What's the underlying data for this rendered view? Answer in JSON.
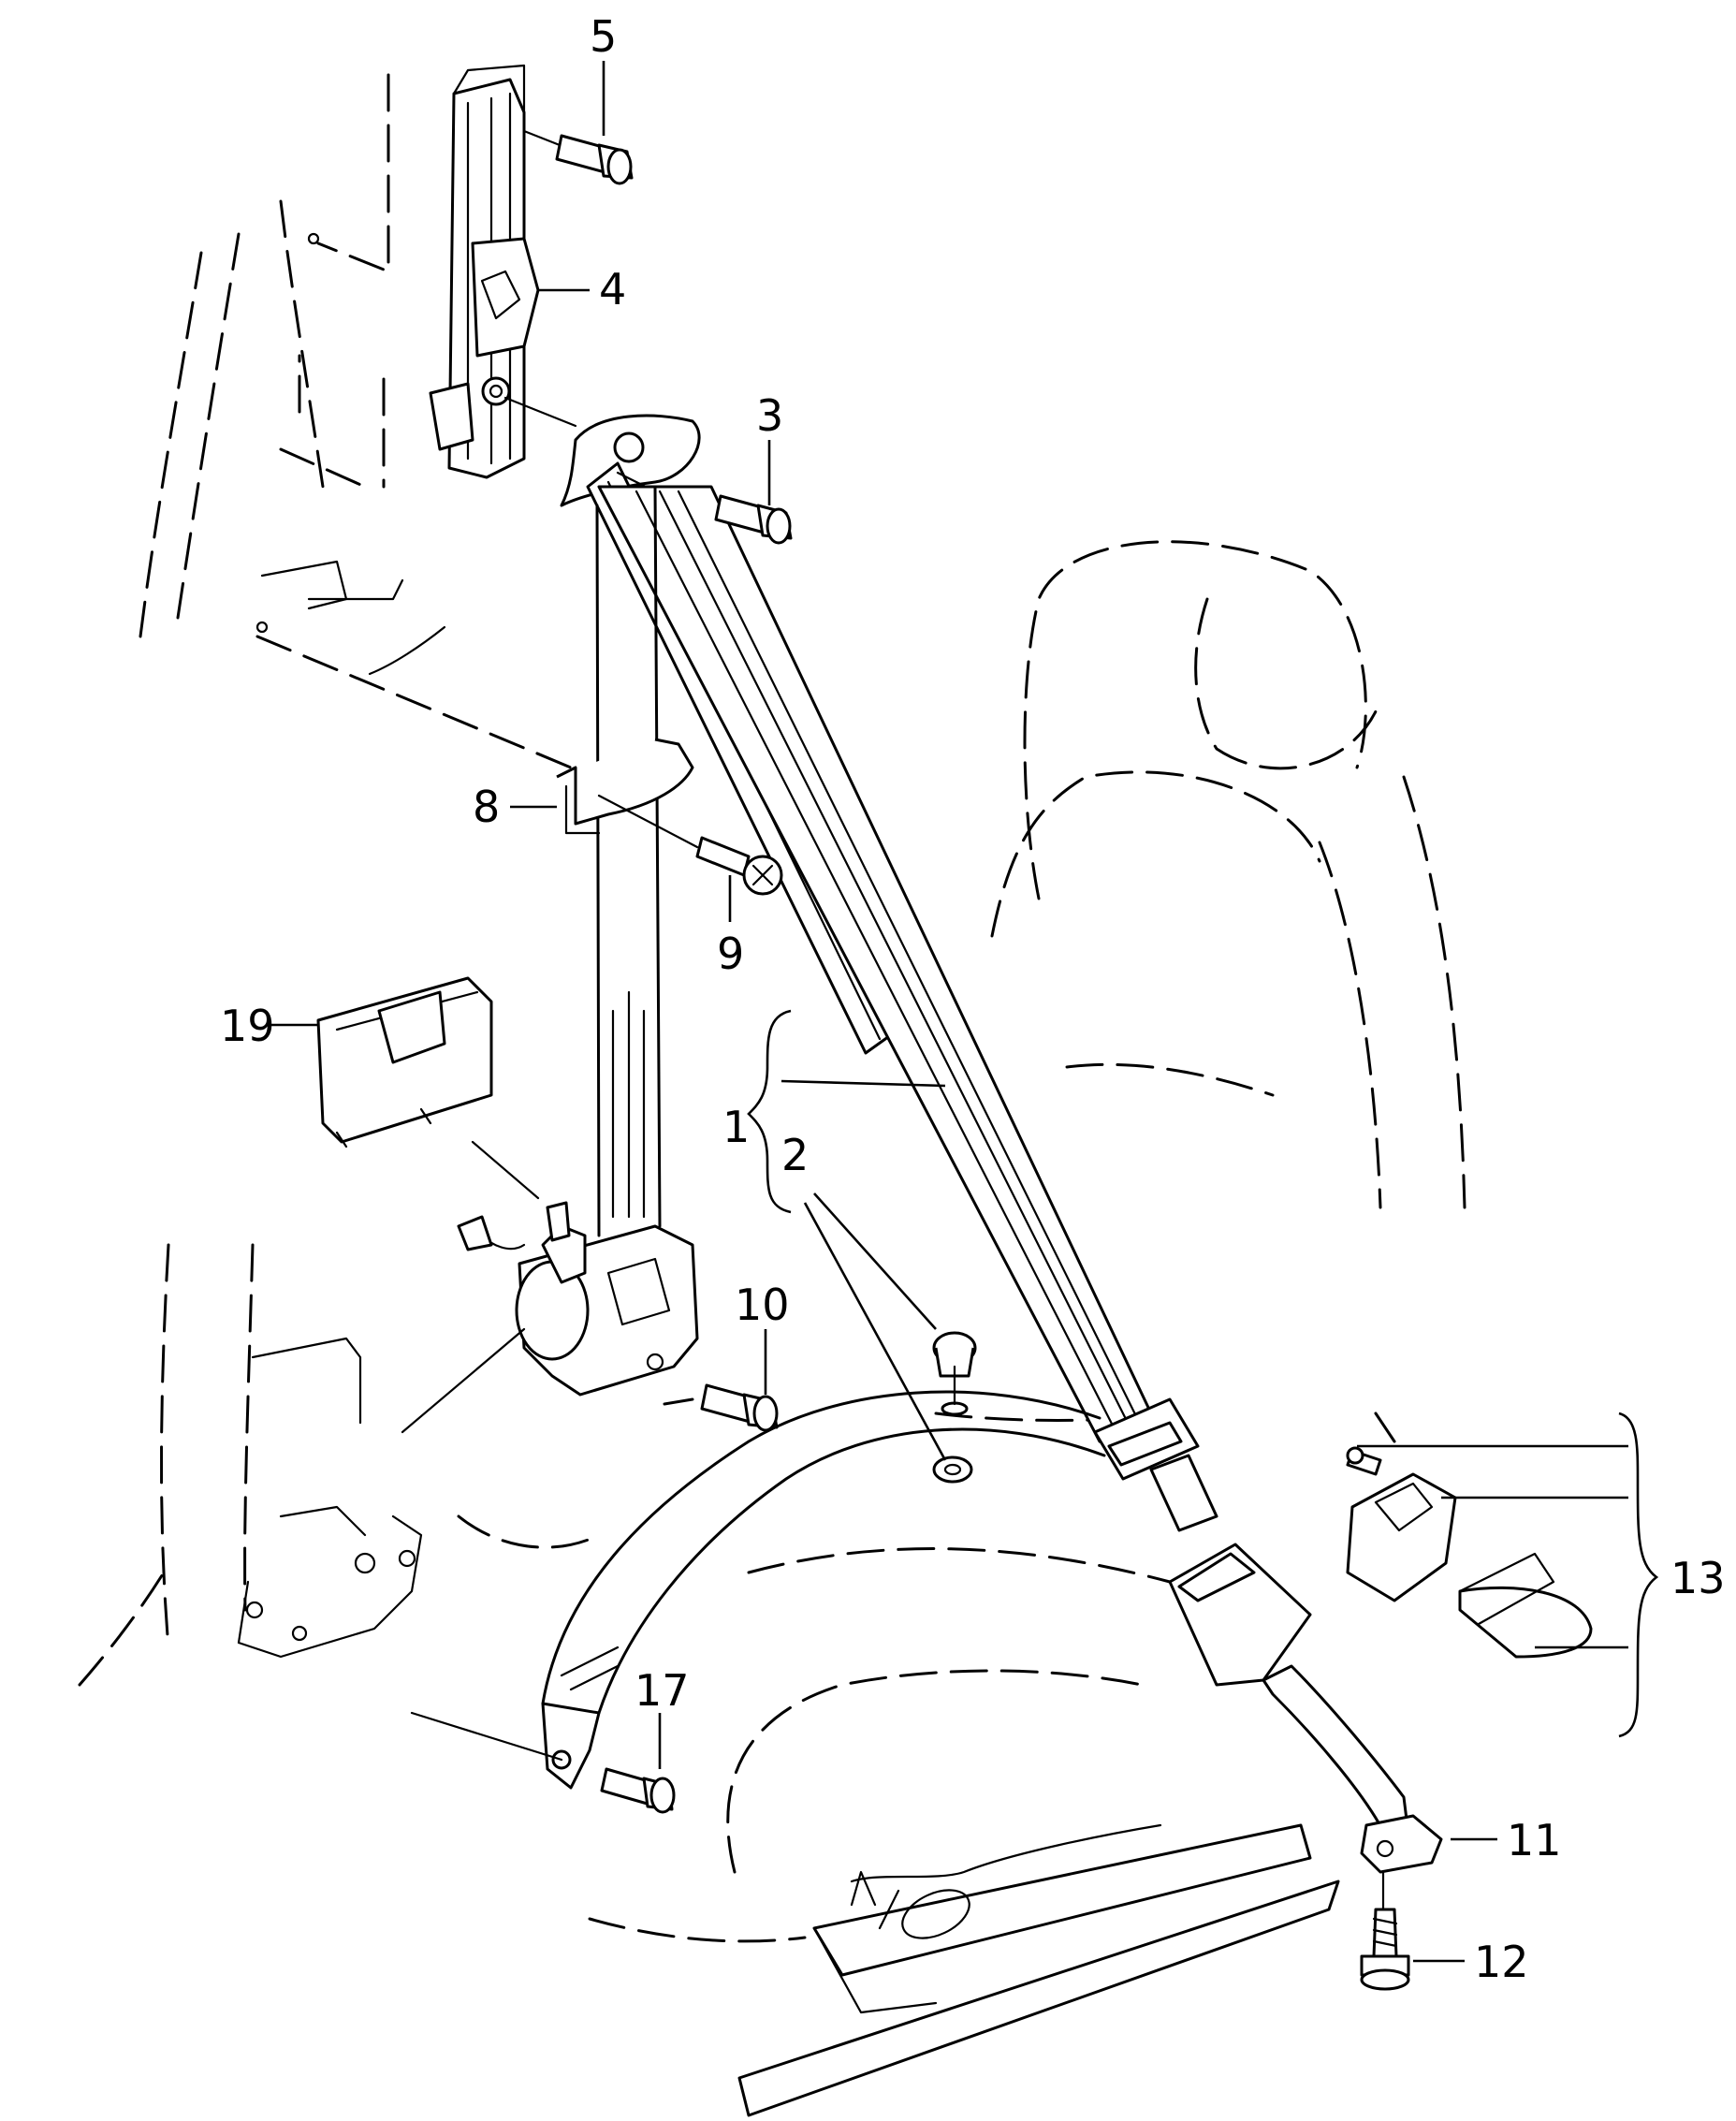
{
  "callouts": {
    "c1": "1",
    "c2": "2",
    "c3": "3",
    "c4": "4",
    "c5": "5",
    "c8": "8",
    "c9": "9",
    "c10": "10",
    "c11": "11",
    "c12": "12",
    "c13": "13",
    "c17": "17",
    "c19": "19"
  }
}
